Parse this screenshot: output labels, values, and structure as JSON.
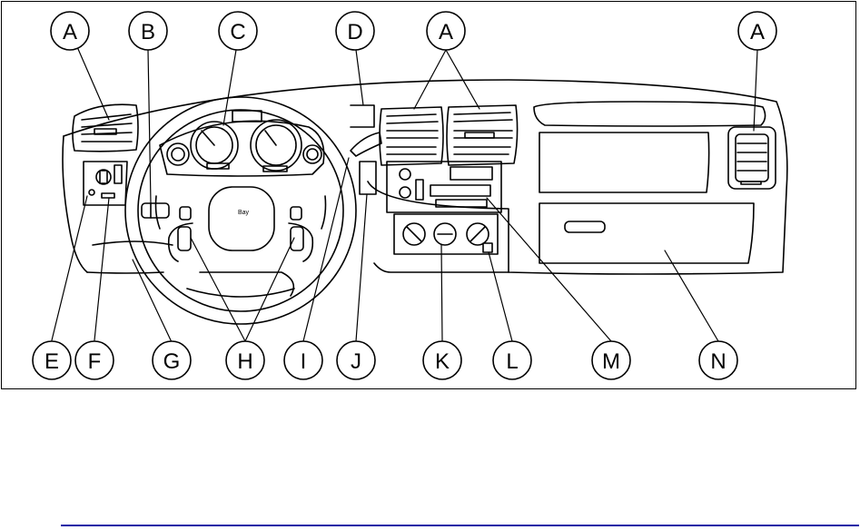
{
  "diagram": {
    "top_labels": [
      "A",
      "B",
      "C",
      "D",
      "A",
      "A"
    ],
    "bottom_labels": [
      "E",
      "F",
      "G",
      "H",
      "I",
      "J",
      "K",
      "L",
      "M",
      "N"
    ]
  },
  "colors": {
    "line": "#000000",
    "background": "#ffffff",
    "rule": "#1a1aa6"
  }
}
